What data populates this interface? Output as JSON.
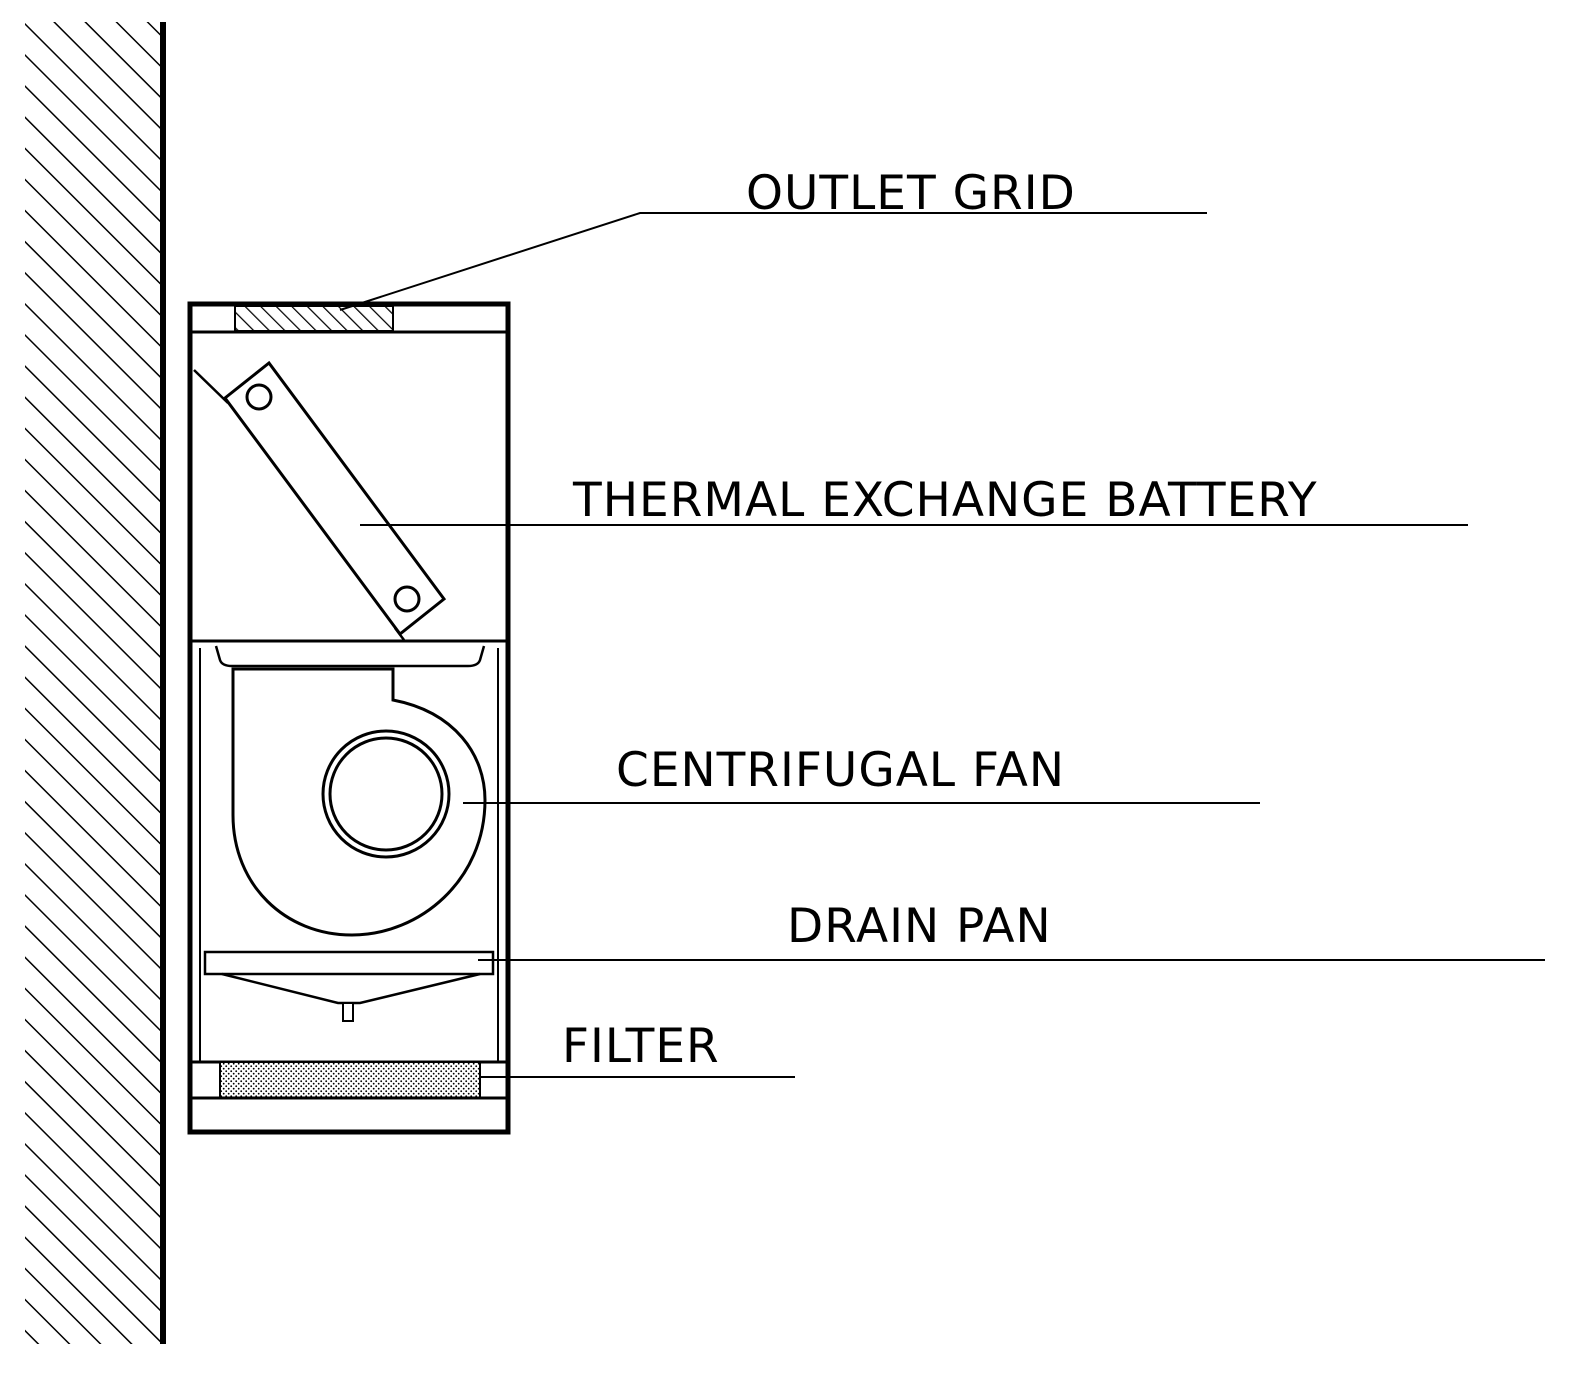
{
  "labels": {
    "outlet_grid": "OUTLET GRID",
    "thermal_exchange_battery": "THERMAL EXCHANGE BATTERY",
    "centrifugal_fan": "CENTRIFUGAL FAN",
    "drain_pan": "DRAIN PAN",
    "filter": "FILTER"
  },
  "colors": {
    "line": "#000000",
    "background": "#ffffff"
  }
}
